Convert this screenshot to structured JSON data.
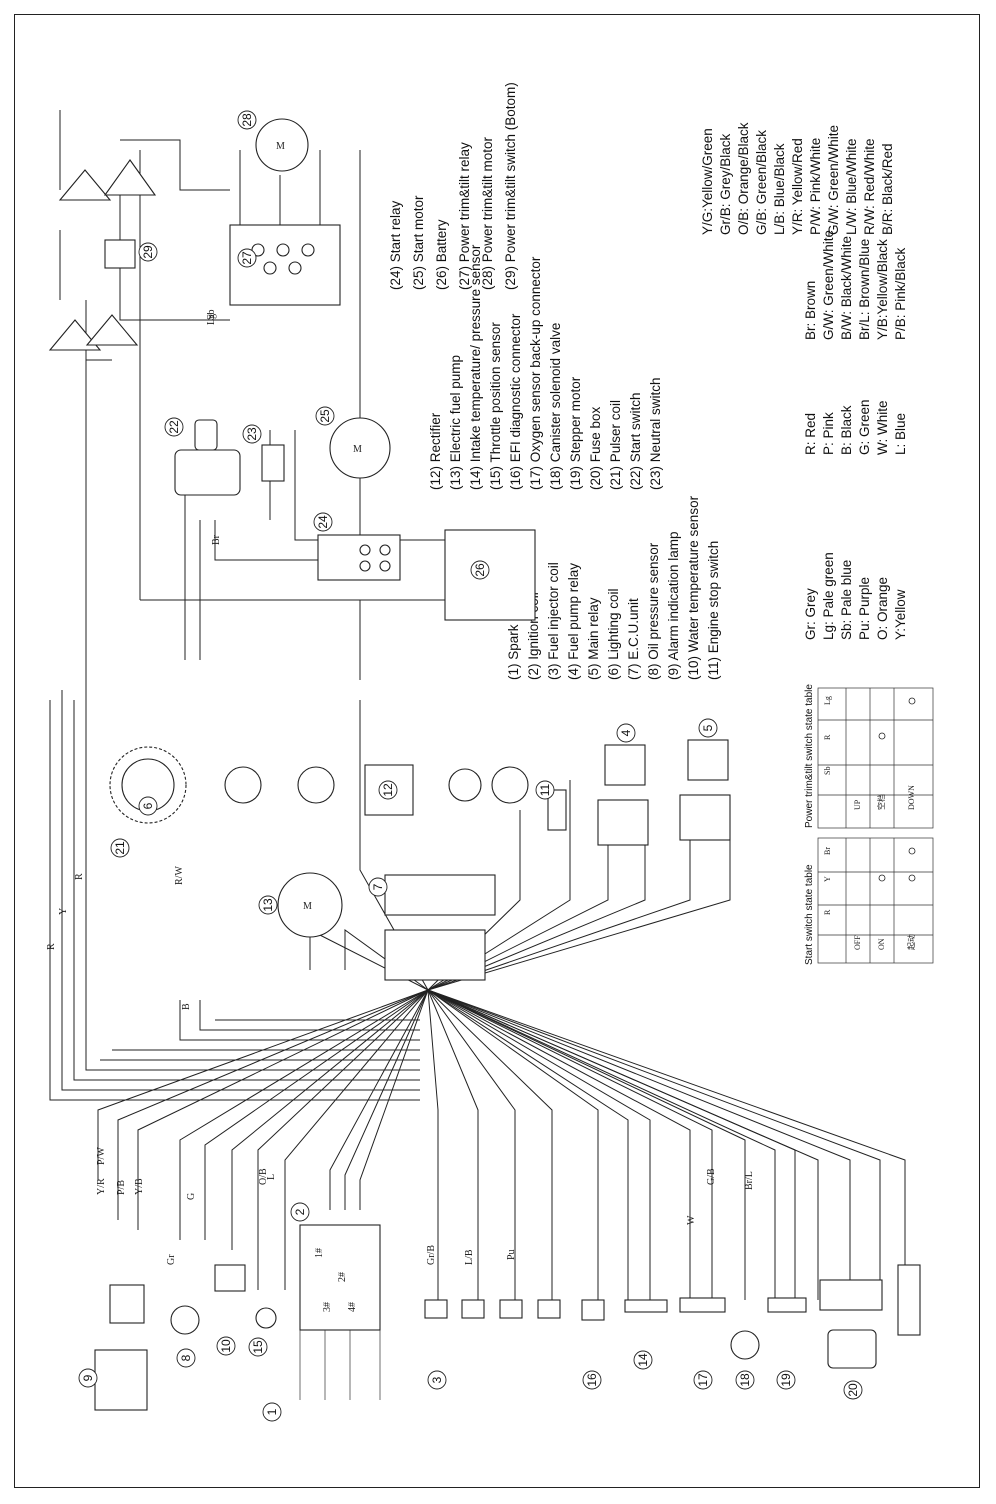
{
  "components": [
    {
      "n": "1",
      "label": "Spark plug"
    },
    {
      "n": "2",
      "label": "Ignition coil"
    },
    {
      "n": "3",
      "label": "Fuel injector coil"
    },
    {
      "n": "4",
      "label": "Fuel pump relay"
    },
    {
      "n": "5",
      "label": "Main relay"
    },
    {
      "n": "6",
      "label": "Lighting coil"
    },
    {
      "n": "7",
      "label": "E.C.U.unit"
    },
    {
      "n": "8",
      "label": "Oil pressure sensor"
    },
    {
      "n": "9",
      "label": "Alarm indication lamp"
    },
    {
      "n": "10",
      "label": "Water temperature sensor"
    },
    {
      "n": "11",
      "label": "Engine stop switch"
    },
    {
      "n": "12",
      "label": "Rectifier"
    },
    {
      "n": "13",
      "label": "Electric fuel pump"
    },
    {
      "n": "14",
      "label": "Intake temperature/ pressure sensor"
    },
    {
      "n": "15",
      "label": "Throttle position sensor"
    },
    {
      "n": "16",
      "label": "EFI diagnostic connector"
    },
    {
      "n": "17",
      "label": "Oxygen sensor back-up connector"
    },
    {
      "n": "18",
      "label": "Canister solenoid valve"
    },
    {
      "n": "19",
      "label": "Stepper motor"
    },
    {
      "n": "20",
      "label": "Fuse box"
    },
    {
      "n": "21",
      "label": "Pulser coil"
    },
    {
      "n": "22",
      "label": "Start switch"
    },
    {
      "n": "23",
      "label": "Neutral switch"
    },
    {
      "n": "24",
      "label": "Start relay"
    },
    {
      "n": "25",
      "label": "Start motor"
    },
    {
      "n": "26",
      "label": "Battery"
    },
    {
      "n": "27",
      "label": "Power trim&tilt relay"
    },
    {
      "n": "28",
      "label": "Power trim&tilt motor"
    },
    {
      "n": "29",
      "label": "Power trim&tilt switch (Botom)"
    }
  ],
  "color_codes": [
    [
      "Gr: Grey",
      "Lg: Pale green",
      "Sb: Pale blue",
      "Pu: Purple",
      "O: Orange",
      "Y:Yellow"
    ],
    [
      "R: Red",
      "P: Pink",
      "B: Black",
      "G: Green",
      "W: White",
      "L: Blue"
    ],
    [
      "Br: Brown",
      "G/W: Green/White",
      "B/W: Black/White",
      "Br/L: Brown/Blue",
      "Y/B:Yellow/Black",
      "P/B: Pink/Black"
    ],
    [
      "Y/G:Yellow/Green",
      "Gr/B: Grey/Black",
      "O/B: Orange/Black",
      "G/B: Green/Black",
      "L/B: Blue/Black",
      "Y/R: Yellow/Red",
      "P/W: Pink/White",
      "G/W: Green/White",
      "L/W: Blue/White",
      "R/W: Red/White",
      "B/R: Black/Red"
    ]
  ],
  "start_switch_table": {
    "title": "Start switch state table",
    "columns": [
      "R",
      "Y",
      "Br"
    ],
    "rows": [
      "OFF",
      "ON",
      "起动"
    ]
  },
  "trim_switch_table": {
    "title": "Power trim&tilt switch state table",
    "columns": [
      "Sb",
      "R",
      "Lg"
    ],
    "rows": [
      "UP",
      "空档",
      "DOWN"
    ]
  },
  "wire_labels": [
    "R",
    "Y",
    "R",
    "B",
    "Br",
    "Sb",
    "Lg",
    "R/W",
    "P/W",
    "Y/R",
    "P/B",
    "Y/B",
    "G",
    "Gr",
    "O/B",
    "L",
    "Gr/B",
    "L/B",
    "Pu",
    "W",
    "G/B",
    "Br/L"
  ],
  "cylinder_marks": [
    "1#",
    "2#",
    "3#",
    "4#"
  ],
  "wiring_diagram_title": ""
}
